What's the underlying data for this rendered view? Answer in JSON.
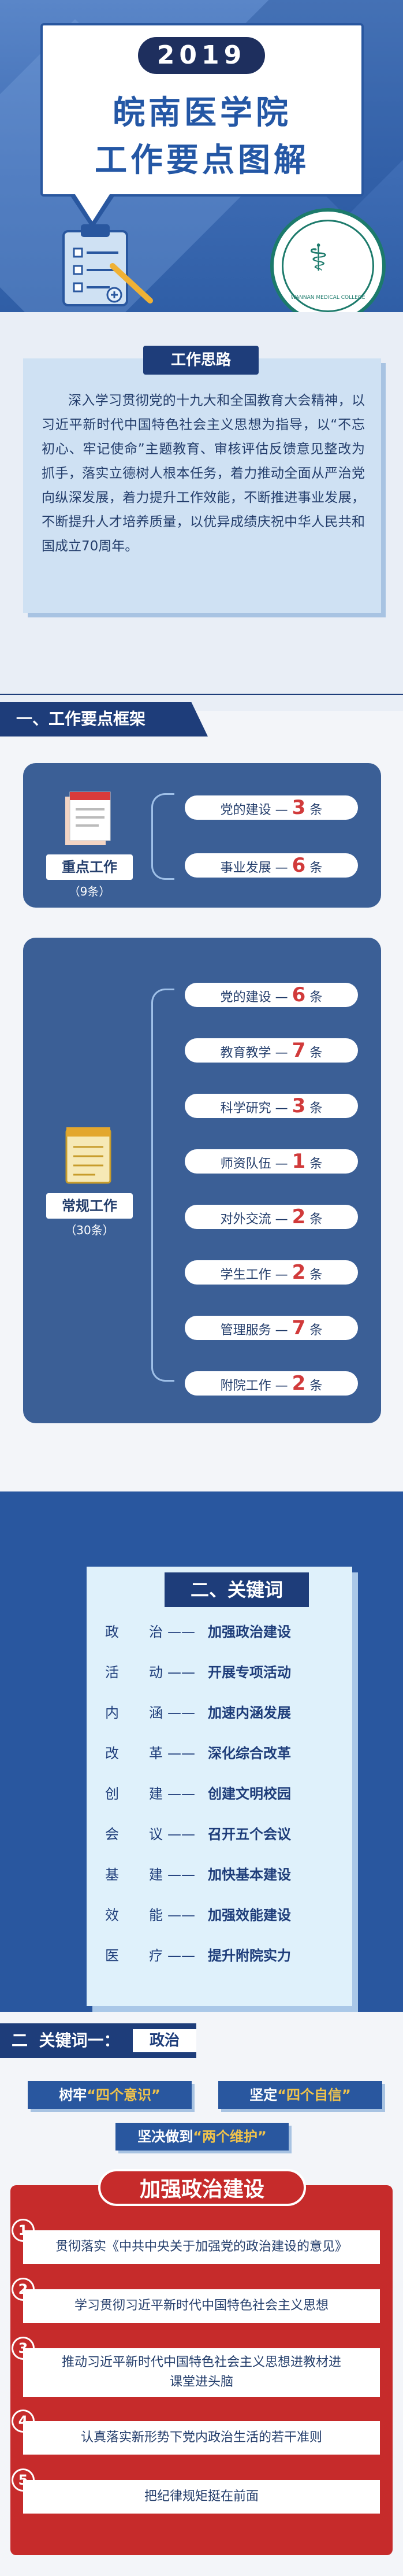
{
  "header": {
    "year": "2019",
    "school": "皖南医学院",
    "subtitle": "工作要点图解",
    "logo_text": "WANNAN MEDICAL COLLEGE"
  },
  "idea": {
    "badge": "工作思路",
    "text": "深入学习贯彻党的十九大和全国教育大会精神，以习近平新时代中国特色社会主义思想为指导，以“不忘初心、牢记使命”主题教育、审核评估反馈意见整改为抓手，落实立德树人根本任务，着力推动全面从严治党向纵深发展，着力提升工作效能，不断推进事业发展，不断提升人才培养质量，以优异成绩庆祝中华人民共和国成立70周年。"
  },
  "section1": {
    "title": "一、工作要点框架",
    "key": {
      "label": "重点工作",
      "count": "（9条）",
      "items": [
        {
          "name": "党的建设",
          "num": "3",
          "unit": "条"
        },
        {
          "name": "事业发展",
          "num": "6",
          "unit": "条"
        }
      ]
    },
    "routine": {
      "label": "常规工作",
      "count": "（30条）",
      "items": [
        {
          "name": "党的建设",
          "num": "6",
          "unit": "条"
        },
        {
          "name": "教育教学",
          "num": "7",
          "unit": "条"
        },
        {
          "name": "科学研究",
          "num": "3",
          "unit": "条"
        },
        {
          "name": "师资队伍",
          "num": "1",
          "unit": "条"
        },
        {
          "name": "对外交流",
          "num": "2",
          "unit": "条"
        },
        {
          "name": "学生工作",
          "num": "2",
          "unit": "条"
        },
        {
          "name": "管理服务",
          "num": "7",
          "unit": "条"
        },
        {
          "name": "附院工作",
          "num": "2",
          "unit": "条"
        }
      ]
    }
  },
  "section2": {
    "title": "二、关键词",
    "rows": [
      {
        "k": "政治",
        "v": "加强政治建设"
      },
      {
        "k": "活动",
        "v": "开展专项活动"
      },
      {
        "k": "内涵",
        "v": "加速内涵发展"
      },
      {
        "k": "改革",
        "v": "深化综合改革"
      },
      {
        "k": "创建",
        "v": "创建文明校园"
      },
      {
        "k": "会议",
        "v": "召开五个会议"
      },
      {
        "k": "基建",
        "v": "加快基本建设"
      },
      {
        "k": "效能",
        "v": "加强效能建设"
      },
      {
        "k": "医疗",
        "v": "提升附院实力"
      }
    ]
  },
  "section3": {
    "prefix": "二",
    "title": "关键词一：",
    "tag": "政治",
    "slogans": [
      {
        "pre": "树牢",
        "q": "“四个意识”"
      },
      {
        "pre": "坚定",
        "q": "“四个自信”"
      },
      {
        "pre": "坚决做到",
        "q": "“两个维护”"
      }
    ],
    "panel_title": "加强政治建设",
    "items": [
      {
        "n": "1",
        "text": "贯彻落实《中共中央关于加强党的政治建设的意见》"
      },
      {
        "n": "2",
        "text": "学习贯彻习近平新时代中国特色社会主义思想"
      },
      {
        "n": "3",
        "text": "推动习近平新时代中国特色社会主义思想进教材进课堂进头脑"
      },
      {
        "n": "4",
        "text": "认真落实新形势下党内政治生活的若干准则"
      },
      {
        "n": "5",
        "text": "把纪律规矩挺在前面"
      }
    ]
  }
}
